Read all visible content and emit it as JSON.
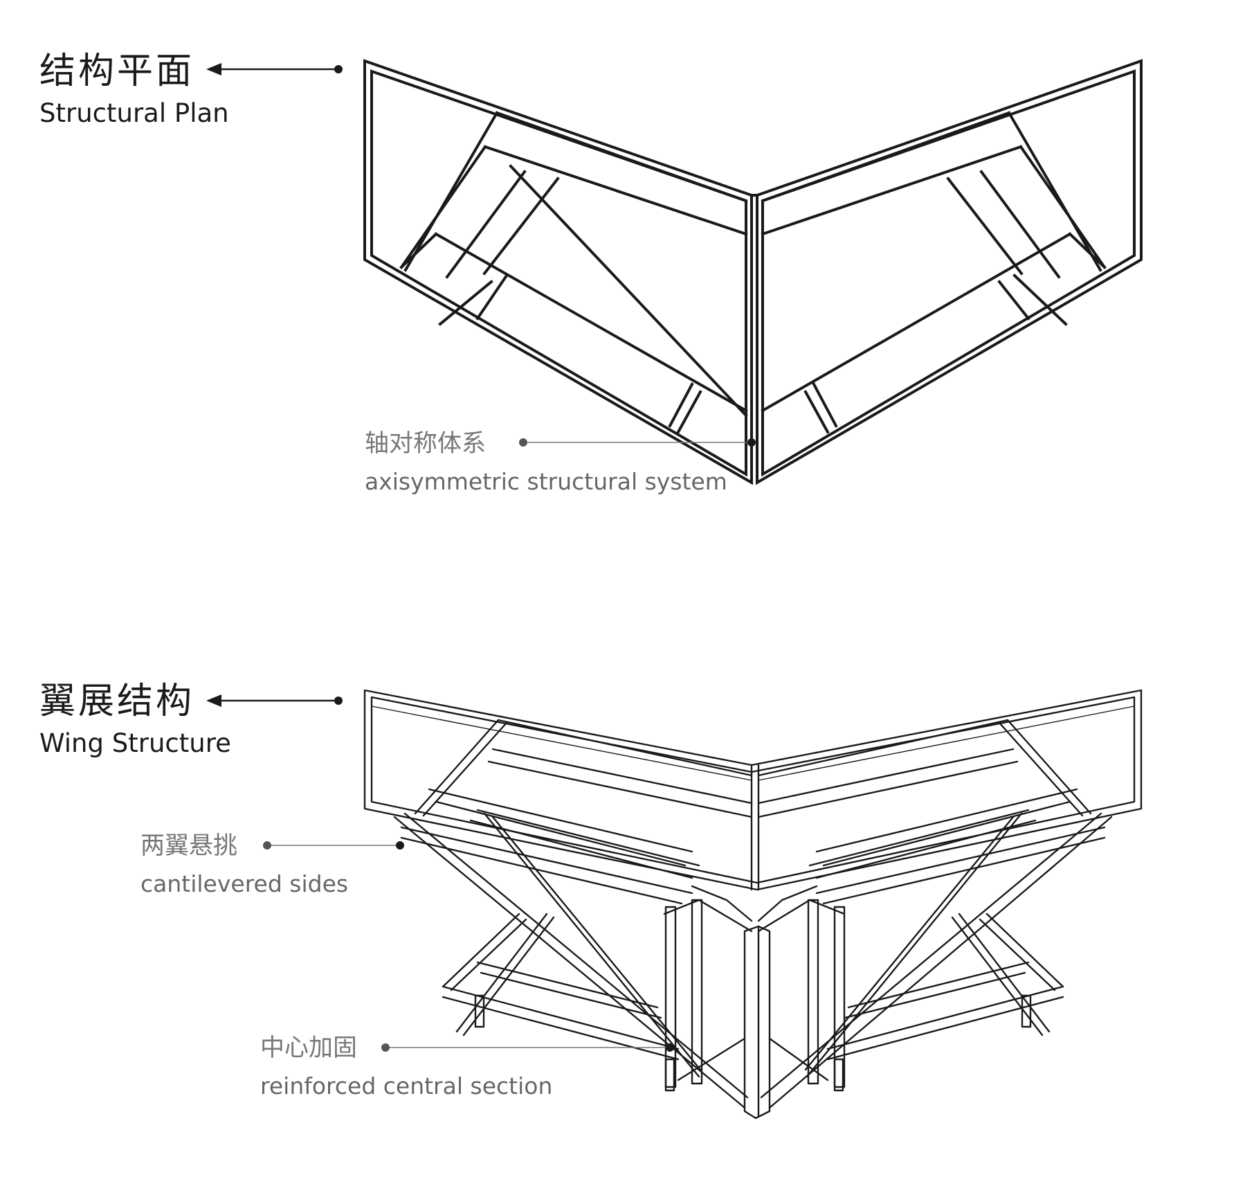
{
  "sections": [
    {
      "id": "structural-plan",
      "title_cn": "结构平面",
      "title_en": "Structural Plan",
      "annotations": [
        {
          "cn": "轴对称体系",
          "en": "axisymmetric structural system"
        }
      ]
    },
    {
      "id": "wing-structure",
      "title_cn": "翼展结构",
      "title_en": "Wing Structure",
      "annotations": [
        {
          "cn": "两翼悬挑",
          "en": "cantilevered sides"
        },
        {
          "cn": "中心加固",
          "en": "reinforced central section"
        }
      ]
    }
  ],
  "colors": {
    "line": "#1a1a1a",
    "annotation_text": "#777777",
    "background": "#ffffff"
  }
}
